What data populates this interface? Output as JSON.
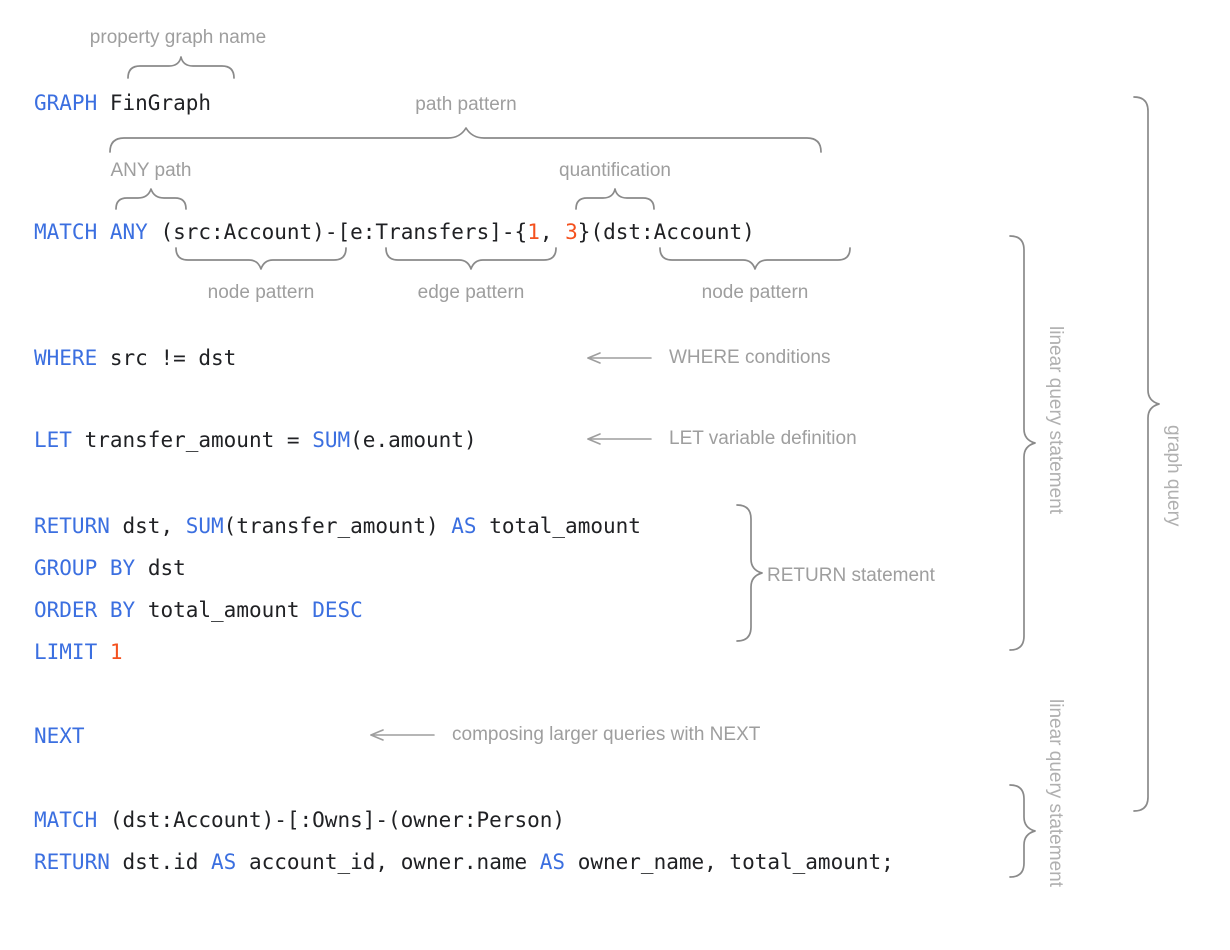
{
  "diagram": {
    "title": "GQL graph query with annotated syntax",
    "colors": {
      "keyword_blue": "#3b6fe0",
      "literal_orange": "#f4511e",
      "code_text": "#202124",
      "annotation_gray": "#9e9e9e",
      "brace_gray": "#8a8a8a",
      "background": "#ffffff"
    }
  },
  "code": {
    "line_graph": {
      "keyword": "GRAPH",
      "graph_name": "FinGraph"
    },
    "line_match": {
      "keyword": "MATCH",
      "path_mode": "ANY",
      "src_node": "(src:Account)",
      "dash1": "-",
      "edge": "[e:Transfers]",
      "dash2": "-",
      "quant_open": "{",
      "quant_lower": "1",
      "quant_sep": ", ",
      "quant_upper": "3",
      "quant_close": "}",
      "dst_node": "(dst:Account)"
    },
    "line_where": {
      "keyword": "WHERE",
      "expr": "src != dst"
    },
    "line_let": {
      "keyword": "LET",
      "var": "transfer_amount",
      "eq": "=",
      "fn": "SUM",
      "arg": "(e.amount)"
    },
    "line_return1": {
      "keyword": "RETURN",
      "first": "dst, ",
      "fn": "SUM",
      "arg": "(transfer_amount) ",
      "as": "AS",
      "alias": " total_amount"
    },
    "line_groupby": {
      "keyword": "GROUP BY",
      "expr": "dst"
    },
    "line_orderby": {
      "keyword": "ORDER BY",
      "expr": "total_amount",
      "direction": "DESC"
    },
    "line_limit": {
      "keyword": "LIMIT",
      "value": "1"
    },
    "line_next": {
      "keyword": "NEXT"
    },
    "line_match2": {
      "keyword": "MATCH",
      "pattern": "(dst:Account)-[:Owns]-(owner:Person)"
    },
    "line_return2": {
      "keyword": "RETURN",
      "part1": "dst.id ",
      "as1": "AS",
      "part2": " account_id, owner.name ",
      "as2": "AS",
      "part3": " owner_name, total_amount;"
    }
  },
  "annotations": {
    "property_graph_name": "property graph name",
    "path_pattern": "path pattern",
    "any_path": "ANY path",
    "quantification": "quantification",
    "node_pattern_left": "node pattern",
    "edge_pattern": "edge pattern",
    "node_pattern_right": "node pattern",
    "where_conditions": "WHERE conditions",
    "let_variable_definition": "LET variable definition",
    "return_statement": "RETURN statement",
    "composing_with_next": "composing larger queries with NEXT",
    "linear_query_statement_1": "linear query statement",
    "linear_query_statement_2": "linear query statement",
    "graph_query": "graph query"
  }
}
